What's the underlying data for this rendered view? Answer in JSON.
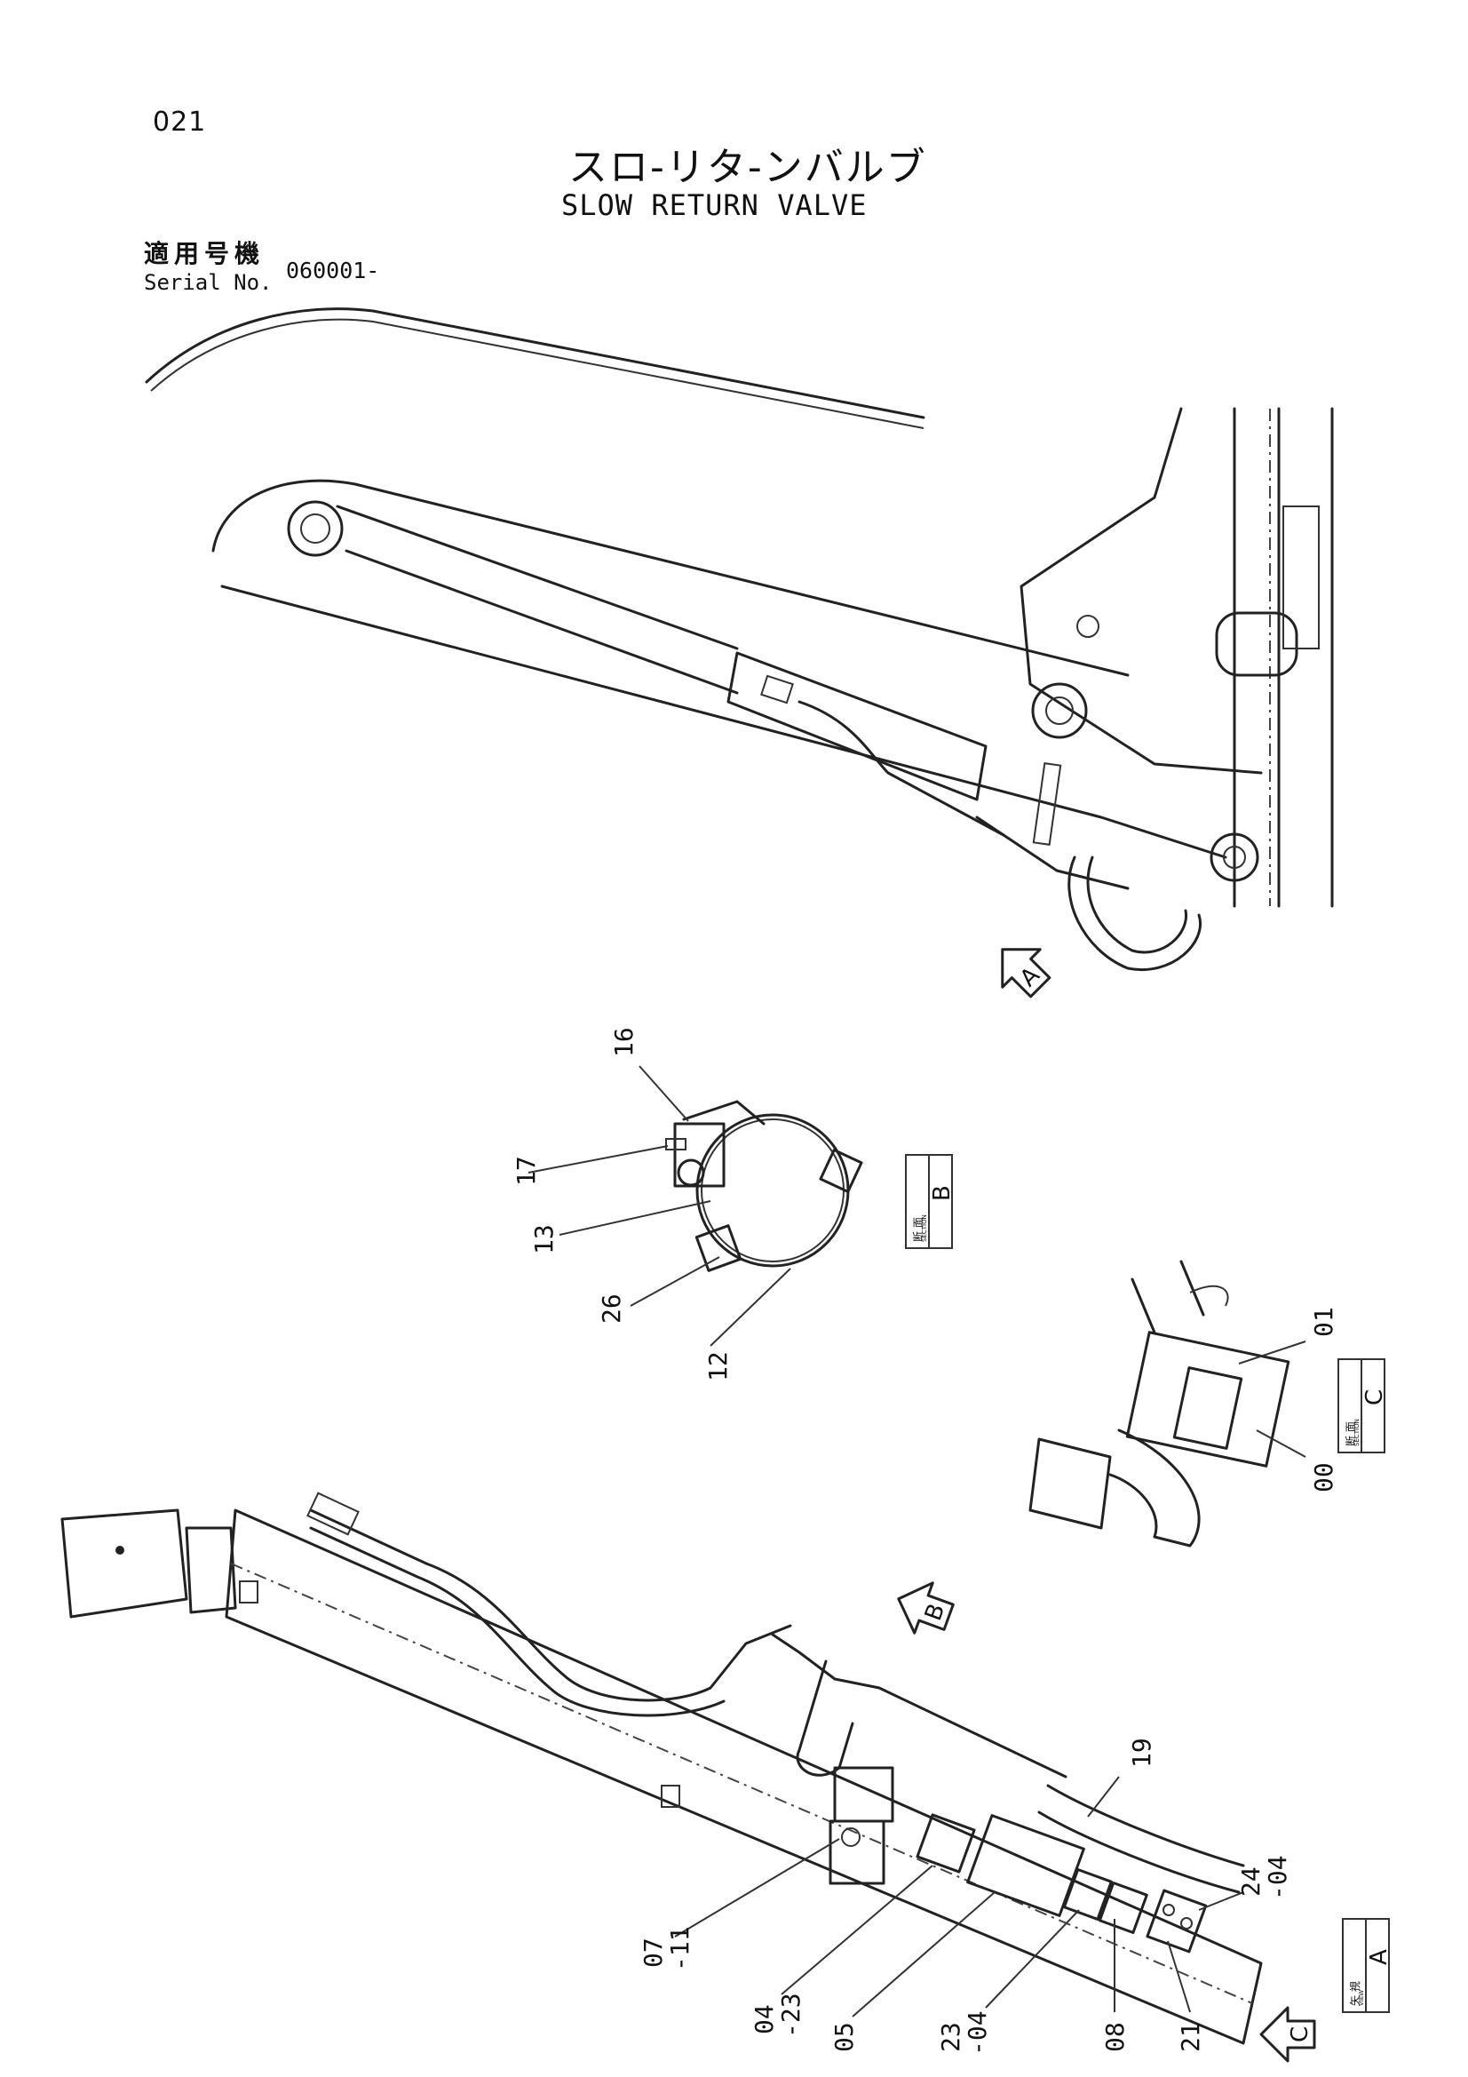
{
  "page": {
    "number": "021"
  },
  "title": {
    "jp": "スロ-リタ-ンバルブ",
    "en": "SLOW RETURN VALVE"
  },
  "serial": {
    "jp_label": "適用号機",
    "en_label": "Serial No.",
    "value": "060001-"
  },
  "view_arrows": {
    "a": "A",
    "b": "B",
    "c": "C"
  },
  "section_b": {
    "kanji": "断 面",
    "small": "SECTION",
    "letter": "B",
    "callouts": [
      "16",
      "17",
      "13",
      "26",
      "12"
    ]
  },
  "section_c": {
    "kanji": "断 面",
    "small": "SECTION",
    "letter": "C",
    "callouts": [
      "01",
      "00"
    ]
  },
  "view_a": {
    "kanji": "矢 視",
    "small": "VIEW",
    "letter": "A",
    "callouts": [
      "19",
      "07\n-11",
      "04\n-23",
      "05",
      "23\n-04",
      "08",
      "21",
      "24\n-04"
    ]
  }
}
